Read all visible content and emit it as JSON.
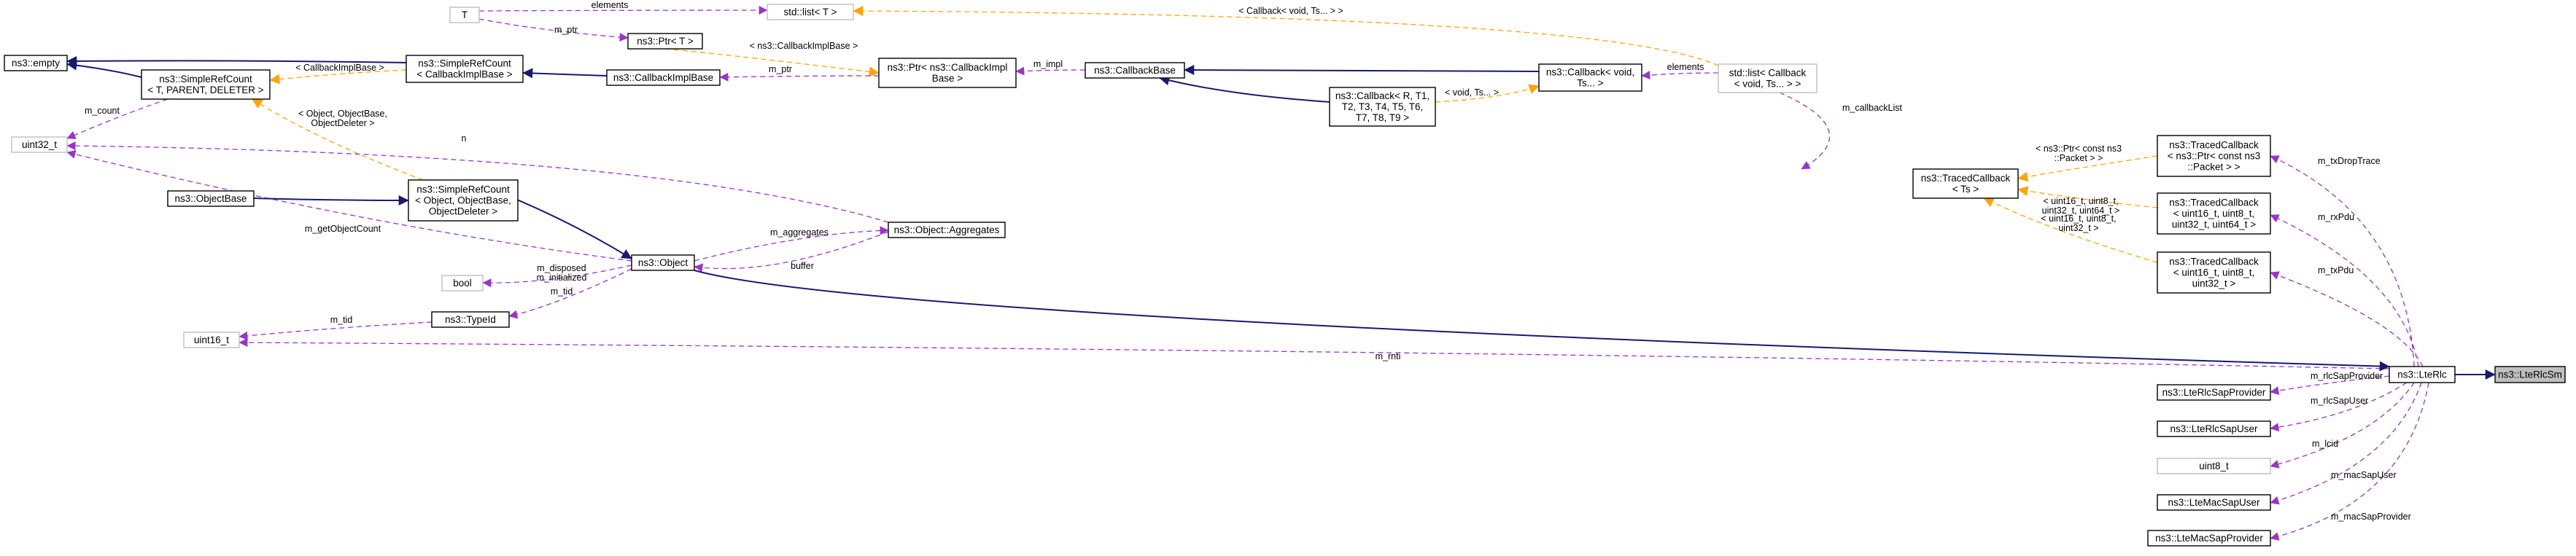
{
  "diagram": {
    "nodes": {
      "T": {
        "label": [
          "T"
        ],
        "style": "faded"
      },
      "std_list_T": {
        "label": [
          "std::list< T >"
        ],
        "style": "faded"
      },
      "ns3_Ptr_T": {
        "label": [
          "ns3::Ptr< T >"
        ],
        "style": "normal"
      },
      "ns3_empty": {
        "label": [
          "ns3::empty"
        ],
        "style": "normal"
      },
      "SRC_CallbackImplBase": {
        "label": [
          "ns3::SimpleRefCount",
          "< CallbackImplBase >"
        ],
        "style": "normal"
      },
      "SRC_T_PARENT_DELETER": {
        "label": [
          "ns3::SimpleRefCount",
          "< T, PARENT, DELETER >"
        ],
        "style": "normal"
      },
      "ns3_CallbackImplBase": {
        "label": [
          "ns3::CallbackImplBase"
        ],
        "style": "normal"
      },
      "Ptr_CallbackImplBase": {
        "label": [
          "ns3::Ptr< ns3::CallbackImpl",
          "Base >"
        ],
        "style": "normal"
      },
      "ns3_CallbackBase": {
        "label": [
          "ns3::CallbackBase"
        ],
        "style": "normal"
      },
      "Callback_void_Ts": {
        "label": [
          "ns3::Callback< void,",
          "Ts... >"
        ],
        "style": "normal"
      },
      "Callback_R_T1_T9": {
        "label": [
          "ns3::Callback< R, T1,",
          "T2, T3, T4, T5, T6,",
          "T7, T8, T9 >"
        ],
        "style": "normal"
      },
      "std_list_Callback": {
        "label": [
          "std::list< Callback",
          "< void, Ts... > >"
        ],
        "style": "faded"
      },
      "uint32_t": {
        "label": [
          "uint32_t"
        ],
        "style": "faded"
      },
      "ns3_ObjectBase": {
        "label": [
          "ns3::ObjectBase"
        ],
        "style": "normal"
      },
      "SRC_Object": {
        "label": [
          "ns3::SimpleRefCount",
          "< Object, ObjectBase,",
          "ObjectDeleter >"
        ],
        "style": "normal"
      },
      "bool": {
        "label": [
          "bool"
        ],
        "style": "faded"
      },
      "ns3_Object": {
        "label": [
          "ns3::Object"
        ],
        "style": "normal"
      },
      "ns3_TypeId": {
        "label": [
          "ns3::TypeId"
        ],
        "style": "normal"
      },
      "Object_Aggregates": {
        "label": [
          "ns3::Object::Aggregates"
        ],
        "style": "normal"
      },
      "uint16_t": {
        "label": [
          "uint16_t"
        ],
        "style": "faded"
      },
      "TracedCallback_Ts": {
        "label": [
          "ns3::TracedCallback",
          "< Ts >"
        ],
        "style": "normal"
      },
      "TC_Packet": {
        "label": [
          "ns3::TracedCallback",
          "< ns3::Ptr< const ns3",
          "::Packet > >"
        ],
        "style": "normal"
      },
      "TC_u16_u8_u32_u64": {
        "label": [
          "ns3::TracedCallback",
          "< uint16_t, uint8_t,",
          "uint32_t, uint64_t >"
        ],
        "style": "normal"
      },
      "TC_u16_u8_u32": {
        "label": [
          "ns3::TracedCallback",
          "< uint16_t, uint8_t,",
          "uint32_t >"
        ],
        "style": "normal"
      },
      "ns3_LteRlc": {
        "label": [
          "ns3::LteRlc"
        ],
        "style": "normal"
      },
      "ns3_LteRlcSm": {
        "label": [
          "ns3::LteRlcSm"
        ],
        "style": "focus"
      },
      "LteRlcSapProvider": {
        "label": [
          "ns3::LteRlcSapProvider"
        ],
        "style": "normal"
      },
      "LteRlcSapUser": {
        "label": [
          "ns3::LteRlcSapUser"
        ],
        "style": "normal"
      },
      "uint8_t": {
        "label": [
          "uint8_t"
        ],
        "style": "faded"
      },
      "LteMacSapUser": {
        "label": [
          "ns3::LteMacSapUser"
        ],
        "style": "normal"
      },
      "LteMacSapProvider": {
        "label": [
          "ns3::LteMacSapProvider"
        ],
        "style": "normal"
      }
    },
    "edges": [
      {
        "from": "T",
        "to": "ns3_Ptr_T",
        "kind": "use",
        "label": [
          "m_ptr"
        ]
      },
      {
        "from": "T",
        "to": "std_list_T",
        "kind": "use",
        "label": [
          "elements"
        ]
      },
      {
        "from": "std_list_T",
        "to": "std_list_Callback",
        "kind": "template",
        "label": [
          "< Callback< void, Ts... > >"
        ]
      },
      {
        "from": "ns3_Ptr_T",
        "to": "Ptr_CallbackImplBase",
        "kind": "template",
        "label": [
          "< ns3::CallbackImplBase >"
        ]
      },
      {
        "from": "SRC_CallbackImplBase",
        "to": "ns3_empty",
        "kind": "inherit",
        "label": []
      },
      {
        "from": "SRC_T_PARENT_DELETER",
        "to": "ns3_empty",
        "kind": "inherit",
        "label": []
      },
      {
        "from": "SRC_T_PARENT_DELETER",
        "to": "SRC_CallbackImplBase",
        "kind": "template",
        "label": [
          "< CallbackImplBase >"
        ]
      },
      {
        "from": "SRC_T_PARENT_DELETER",
        "to": "SRC_Object",
        "kind": "template",
        "label": [
          "< Object, ObjectBase,",
          "ObjectDeleter >"
        ]
      },
      {
        "from": "ns3_CallbackImplBase",
        "to": "SRC_CallbackImplBase",
        "kind": "inherit",
        "label": []
      },
      {
        "from": "ns3_CallbackImplBase",
        "to": "Ptr_CallbackImplBase",
        "kind": "use",
        "label": [
          "m_ptr"
        ]
      },
      {
        "from": "Ptr_CallbackImplBase",
        "to": "ns3_CallbackBase",
        "kind": "use",
        "label": [
          "m_impl"
        ]
      },
      {
        "from": "ns3_CallbackBase",
        "to": "Callback_void_Ts",
        "kind": "inherit",
        "label": []
      },
      {
        "from": "ns3_CallbackBase",
        "to": "Callback_R_T1_T9",
        "kind": "inherit",
        "label": []
      },
      {
        "from": "Callback_R_T1_T9",
        "to": "Callback_void_Ts",
        "kind": "template",
        "label": [
          "< void, Ts... >"
        ]
      },
      {
        "from": "Callback_void_Ts",
        "to": "std_list_Callback",
        "kind": "use",
        "label": [
          "elements"
        ]
      },
      {
        "from": "std_list_Callback",
        "to": "TracedCallback_Ts",
        "kind": "use",
        "label": [
          "m_callbackList"
        ]
      },
      {
        "from": "uint32_t",
        "to": "SRC_T_PARENT_DELETER",
        "kind": "use",
        "label": [
          "m_count"
        ]
      },
      {
        "from": "uint32_t",
        "to": "Object_Aggregates",
        "kind": "use",
        "label": [
          "n"
        ]
      },
      {
        "from": "uint32_t",
        "to": "ns3_Object",
        "kind": "use",
        "label": [
          "m_getObjectCount"
        ]
      },
      {
        "from": "ns3_ObjectBase",
        "to": "SRC_Object",
        "kind": "inherit",
        "label": []
      },
      {
        "from": "SRC_Object",
        "to": "ns3_Object",
        "kind": "inherit",
        "label": []
      },
      {
        "from": "bool",
        "to": "ns3_Object",
        "kind": "use",
        "label": [
          "m_disposed",
          "m_initialized"
        ]
      },
      {
        "from": "ns3_TypeId",
        "to": "ns3_Object",
        "kind": "use",
        "label": [
          "m_tid"
        ]
      },
      {
        "from": "Object_Aggregates",
        "to": "ns3_Object",
        "kind": "use",
        "label": [
          "buffer"
        ]
      },
      {
        "from": "ns3_Object",
        "to": "Object_Aggregates",
        "kind": "use",
        "label": [
          "m_aggregates"
        ]
      },
      {
        "from": "uint16_t",
        "to": "ns3_TypeId",
        "kind": "use",
        "label": [
          "m_tid"
        ]
      },
      {
        "from": "uint16_t",
        "to": "ns3_LteRlc",
        "kind": "use",
        "label": [
          "m_rnti"
        ]
      },
      {
        "from": "TracedCallback_Ts",
        "to": "TC_Packet",
        "kind": "template",
        "label": [
          "< ns3::Ptr< const ns3",
          "::Packet > >"
        ]
      },
      {
        "from": "TracedCallback_Ts",
        "to": "TC_u16_u8_u32_u64",
        "kind": "template",
        "label": [
          "< uint16_t, uint8_t,",
          "uint32_t, uint64_t >"
        ]
      },
      {
        "from": "TracedCallback_Ts",
        "to": "TC_u16_u8_u32",
        "kind": "template",
        "label": [
          "< uint16_t, uint8_t,",
          "uint32_t >"
        ]
      },
      {
        "from": "ns3_Object",
        "to": "ns3_LteRlc",
        "kind": "inherit",
        "label": []
      },
      {
        "from": "TC_Packet",
        "to": "ns3_LteRlc",
        "kind": "use",
        "label": [
          "m_txDropTrace"
        ]
      },
      {
        "from": "TC_u16_u8_u32_u64",
        "to": "ns3_LteRlc",
        "kind": "use",
        "label": [
          "m_rxPdu"
        ]
      },
      {
        "from": "TC_u16_u8_u32",
        "to": "ns3_LteRlc",
        "kind": "use",
        "label": [
          "m_txPdu"
        ]
      },
      {
        "from": "ns3_LteRlc",
        "to": "ns3_LteRlcSm",
        "kind": "inherit",
        "label": []
      },
      {
        "from": "LteRlcSapProvider",
        "to": "ns3_LteRlc",
        "kind": "use",
        "label": [
          "m_rlcSapProvider"
        ]
      },
      {
        "from": "LteRlcSapUser",
        "to": "ns3_LteRlc",
        "kind": "use",
        "label": [
          "m_rlcSapUser"
        ]
      },
      {
        "from": "uint8_t",
        "to": "ns3_LteRlc",
        "kind": "use",
        "label": [
          "m_lcid"
        ]
      },
      {
        "from": "LteMacSapUser",
        "to": "ns3_LteRlc",
        "kind": "use",
        "label": [
          "m_macSapUser"
        ]
      },
      {
        "from": "LteMacSapProvider",
        "to": "ns3_LteRlc",
        "kind": "use",
        "label": [
          "m_macSapProvider"
        ]
      }
    ]
  }
}
